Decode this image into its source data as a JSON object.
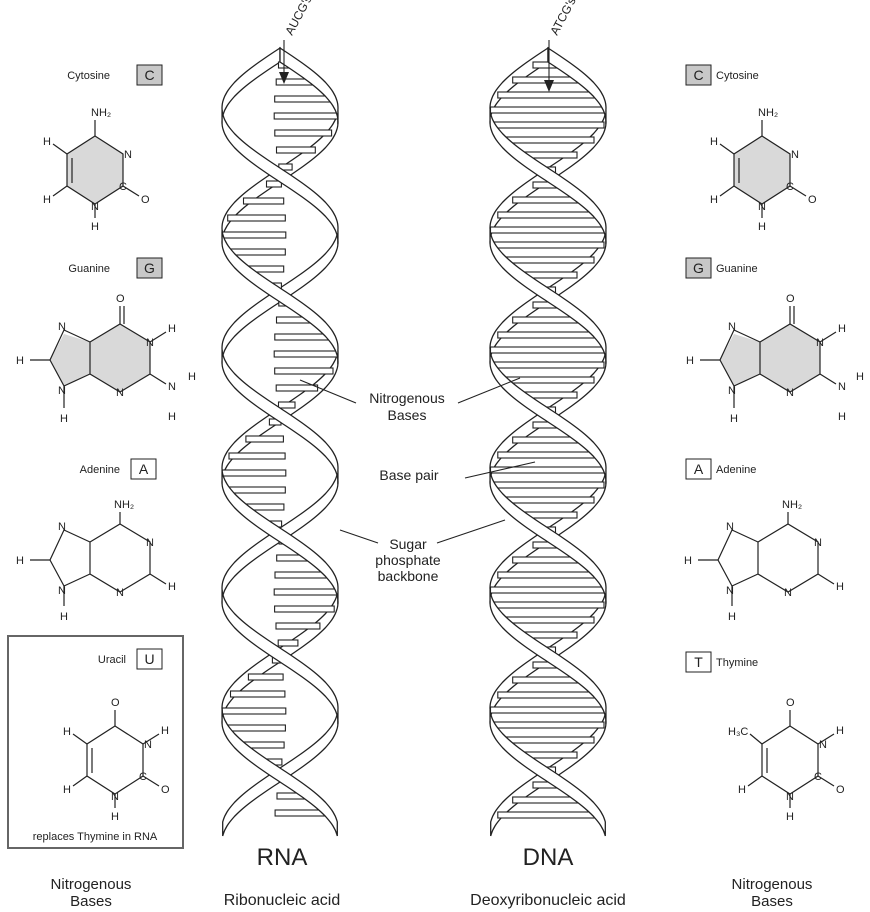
{
  "colors": {
    "ring_fill": "#d9d9d9",
    "line": "#222222",
    "badge_fill": "#c8c8c8"
  },
  "left": {
    "cytosine": {
      "name": "Cytosine",
      "letter": "C"
    },
    "guanine": {
      "name": "Guanine",
      "letter": "G"
    },
    "adenine": {
      "name": "Adenine",
      "letter": "A"
    },
    "uracil": {
      "name": "Uracil",
      "letter": "U",
      "note": "replaces Thymine in RNA"
    },
    "footer_line1": "Nitrogenous",
    "footer_line2": "Bases"
  },
  "right": {
    "cytosine": {
      "name": "Cytosine",
      "letter": "C"
    },
    "guanine": {
      "name": "Guanine",
      "letter": "G"
    },
    "adenine": {
      "name": "Adenine",
      "letter": "A"
    },
    "thymine": {
      "name": "Thymine",
      "letter": "T"
    },
    "footer_line1": "Nitrogenous",
    "footer_line2": "Bases"
  },
  "rna": {
    "top_label": "AUCG's",
    "title": "RNA",
    "subtitle": "Ribonucleic acid"
  },
  "dna": {
    "top_label": "ATCG's",
    "title": "DNA",
    "subtitle": "Deoxyribonucleic acid"
  },
  "center_labels": {
    "nitrogenous_bases_1": "Nitrogenous",
    "nitrogenous_bases_2": "Bases",
    "base_pair": "Base pair",
    "sugar_1": "Sugar",
    "sugar_2": "phosphate",
    "sugar_3": "backbone"
  },
  "atoms": {
    "nh2": "NH₂",
    "n": "N",
    "h": "H",
    "o": "O",
    "c": "C",
    "h3c": "H₃C"
  }
}
